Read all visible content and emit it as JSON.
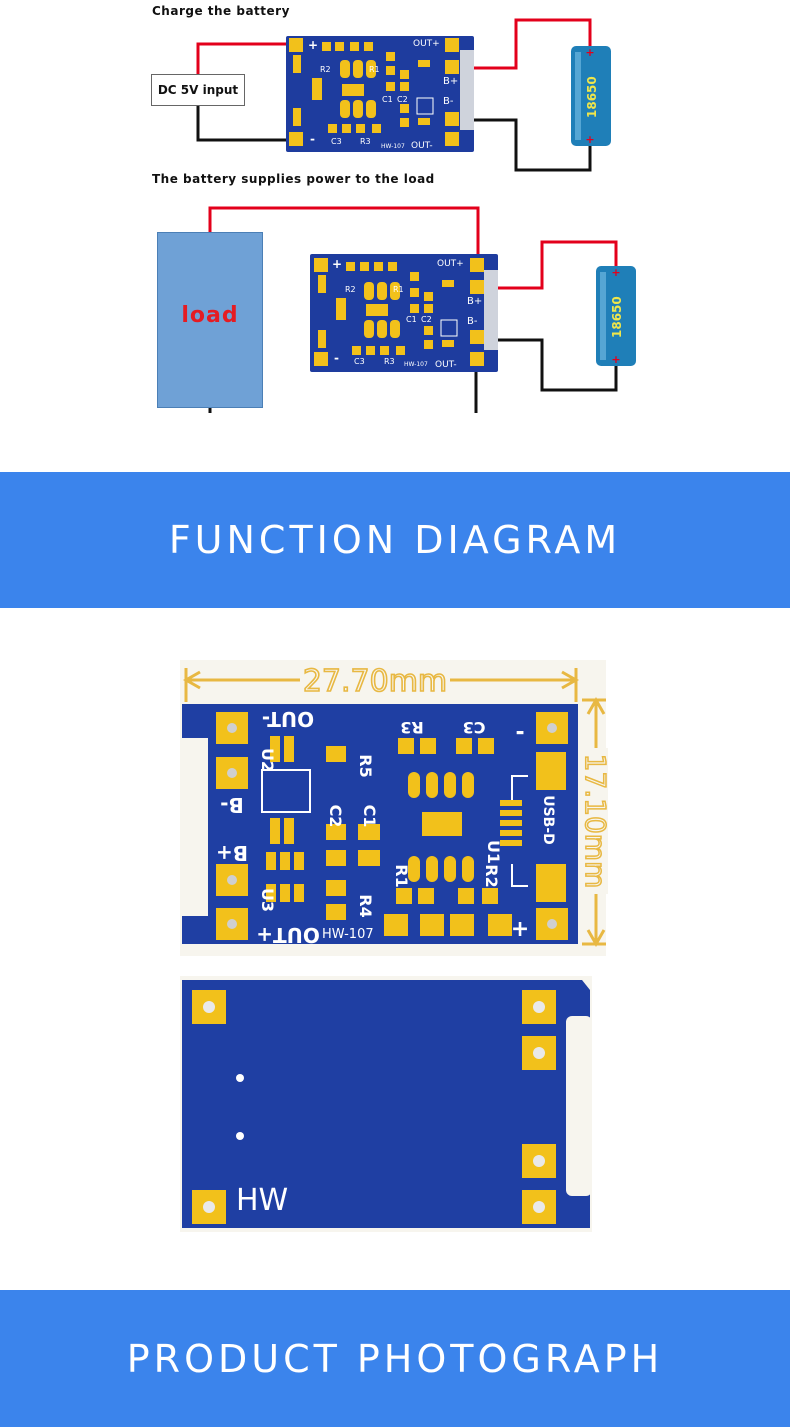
{
  "diagram": {
    "charge_caption": "Charge the battery",
    "dc_input_label": "DC 5V input",
    "power_caption": "The battery supplies power to the load",
    "load_label": "load",
    "battery_label": "18650",
    "board_model": "HW-107",
    "pins": {
      "out_plus": "OUT+",
      "out_minus": "OUT-",
      "b_plus": "B+",
      "b_minus": "B-",
      "in_plus": "+",
      "in_minus": "-",
      "usb": "USB-D"
    },
    "components": {
      "r1": "R1",
      "r2": "R2",
      "r3": "R3",
      "r4": "R4",
      "r5": "R5",
      "c1": "C1",
      "c2": "C2",
      "c3": "C3",
      "u1": "U1",
      "u2": "U2",
      "u3": "U3"
    }
  },
  "banners": {
    "function_diagram": "FUNCTION DIAGRAM",
    "product_photograph": "PRODUCT PHOTOGRAPH"
  },
  "photo": {
    "width_dim": "27.70mm",
    "height_dim": "17.10mm",
    "model": "HW-107",
    "back_label": "HW"
  },
  "colors": {
    "banner": "#3b84ec",
    "pcb_blue": "#1e3c9e",
    "pad_gold": "#f2c11b",
    "wire_red": "#e3001b",
    "battery_blue": "#1f7fb8",
    "battery_label": "#f0e64a",
    "load_fill": "#6fa1d6",
    "load_text": "#e51c23",
    "dim_gold": "#e8b842"
  }
}
